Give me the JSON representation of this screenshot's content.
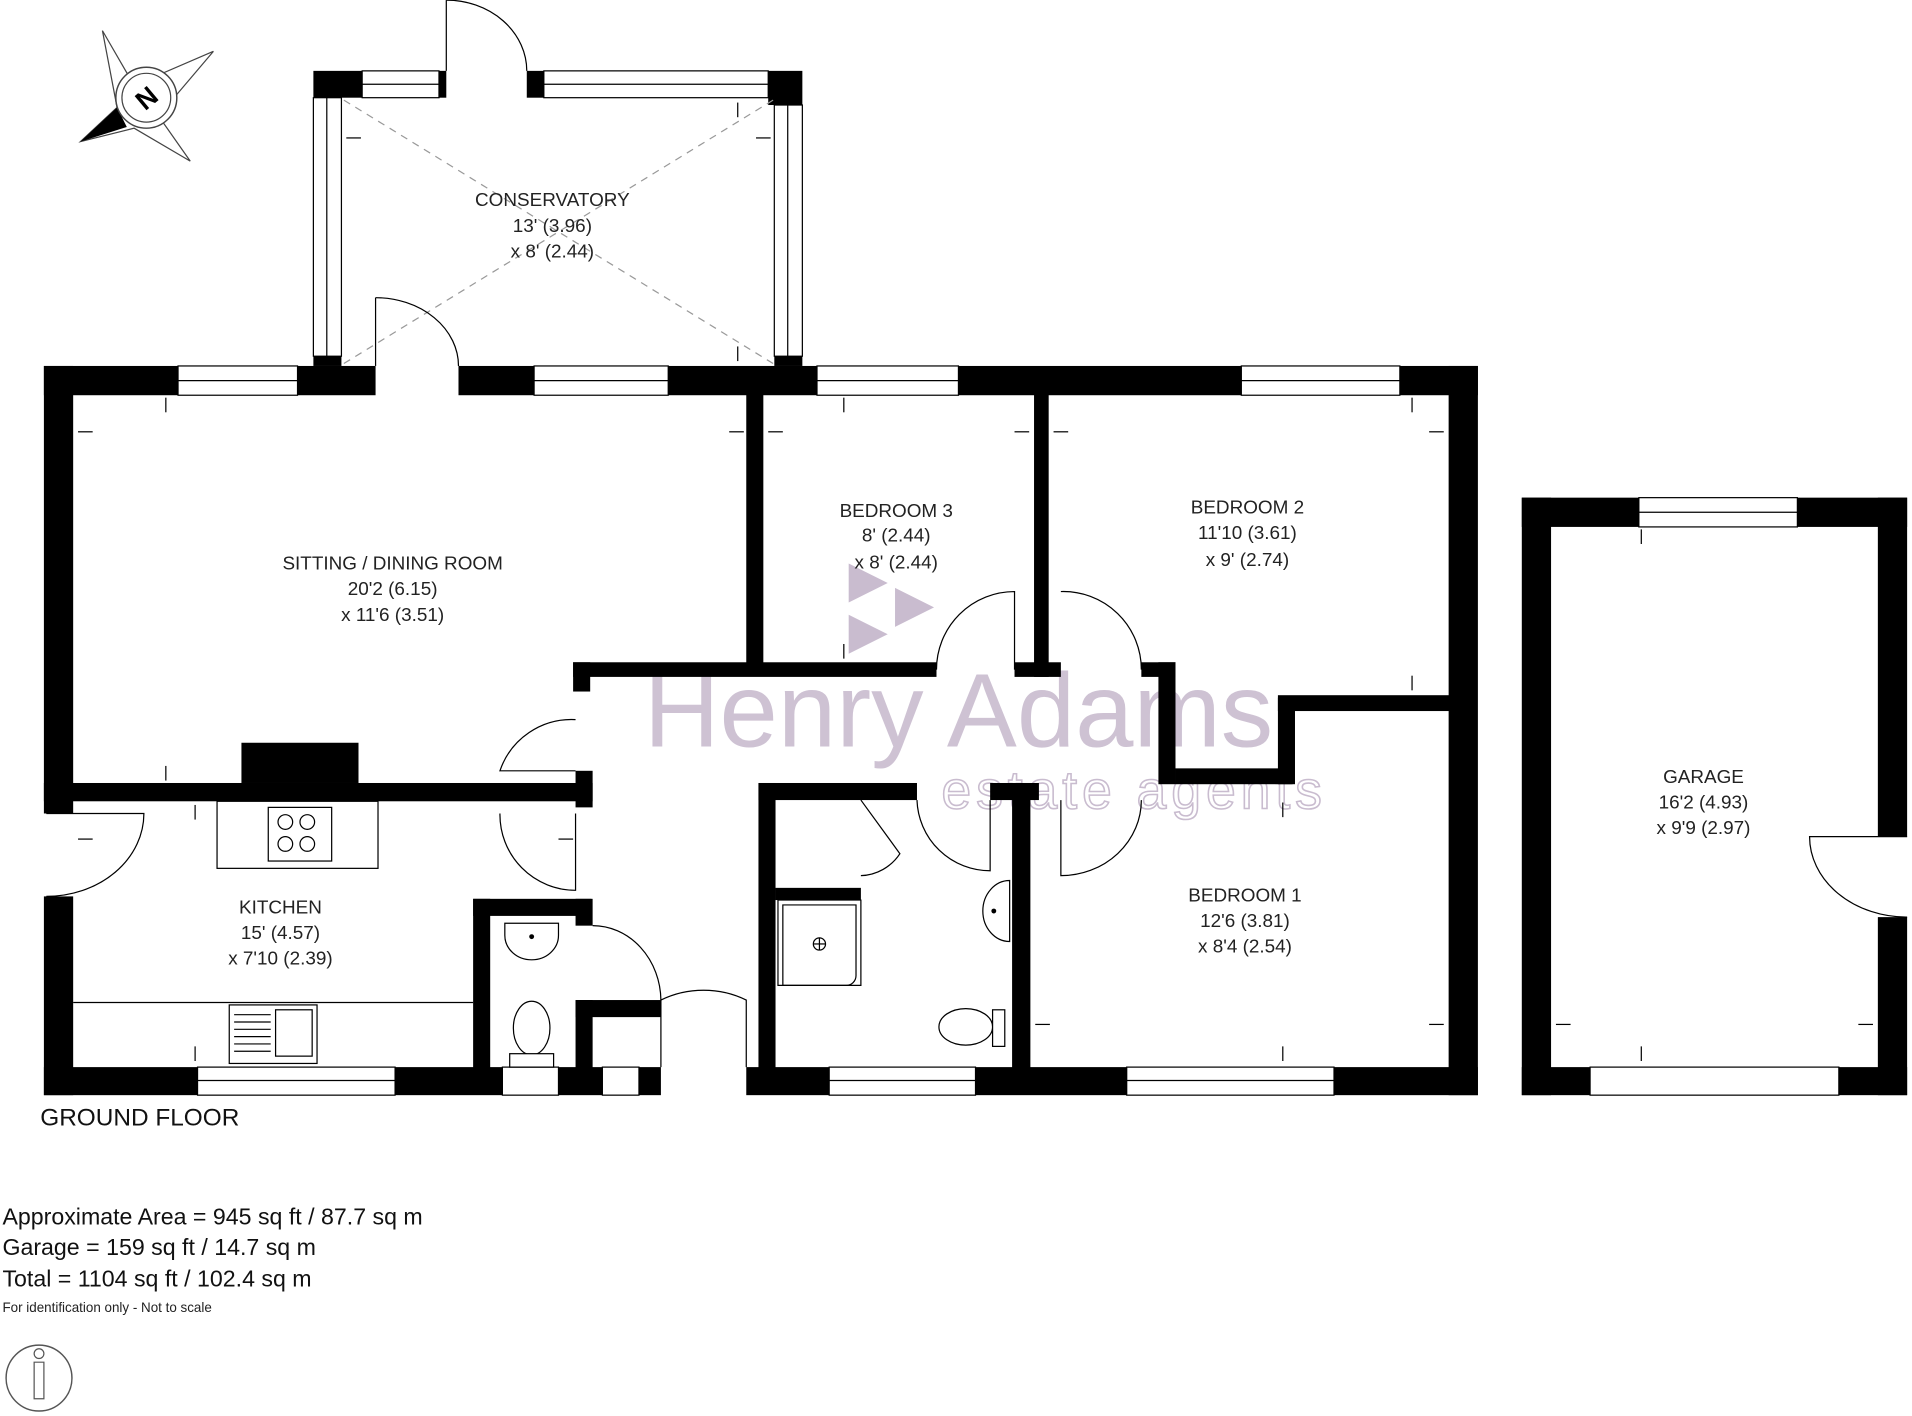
{
  "floor_label": "GROUND FLOOR",
  "rooms": {
    "conservatory": {
      "name": "CONSERVATORY",
      "dim1": "13' (3.96)",
      "dim2": "x 8' (2.44)"
    },
    "sitting": {
      "name": "SITTING / DINING ROOM",
      "dim1": "20'2 (6.15)",
      "dim2": "x 11'6 (3.51)"
    },
    "bedroom3": {
      "name": "BEDROOM 3",
      "dim1": "8' (2.44)",
      "dim2": "x 8' (2.44)"
    },
    "bedroom2": {
      "name": "BEDROOM 2",
      "dim1": "11'10 (3.61)",
      "dim2": "x 9' (2.74)"
    },
    "kitchen": {
      "name": "KITCHEN",
      "dim1": "15' (4.57)",
      "dim2": "x 7'10 (2.39)"
    },
    "bedroom1": {
      "name": "BEDROOM 1",
      "dim1": "12'6 (3.81)",
      "dim2": "x 8'4 (2.54)"
    },
    "garage": {
      "name": "GARAGE",
      "dim1": "16'2 (4.93)",
      "dim2": "x 9'9 (2.97)"
    }
  },
  "areas": {
    "approximate": "Approximate Area = 945 sq ft / 87.7 sq m",
    "garage": "Garage = 159 sq ft / 14.7 sq m",
    "total": "Total = 1104 sq ft / 102.4 sq m",
    "note": "For identification only - Not to scale"
  },
  "compass": {
    "letter": "N"
  },
  "watermark": {
    "brand": "Henry Adams",
    "tagline": "estate agents",
    "color": "#c9bccf"
  }
}
